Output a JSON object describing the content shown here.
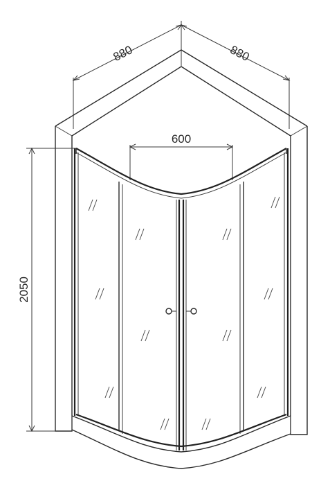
{
  "dimensions": {
    "width_left": "880",
    "width_right": "880",
    "door_opening": "600",
    "height": "2050"
  },
  "colors": {
    "line": "#2a2a2a",
    "background": "#ffffff"
  }
}
